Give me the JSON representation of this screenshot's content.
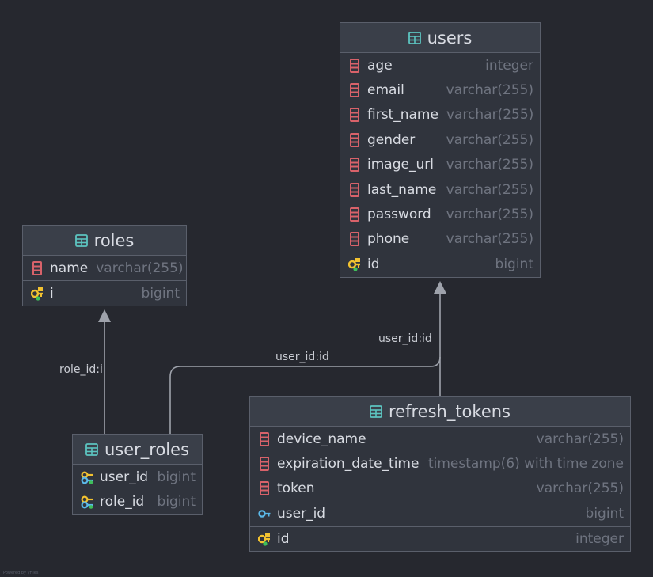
{
  "diagram": {
    "tables": [
      {
        "key": "users",
        "name": "users",
        "columns": [
          {
            "name": "age",
            "type": "integer",
            "kind": "column"
          },
          {
            "name": "email",
            "type": "varchar(255)",
            "kind": "column"
          },
          {
            "name": "first_name",
            "type": "varchar(255)",
            "kind": "column"
          },
          {
            "name": "gender",
            "type": "varchar(255)",
            "kind": "column"
          },
          {
            "name": "image_url",
            "type": "varchar(255)",
            "kind": "column"
          },
          {
            "name": "last_name",
            "type": "varchar(255)",
            "kind": "column"
          },
          {
            "name": "password",
            "type": "varchar(255)",
            "kind": "column"
          },
          {
            "name": "phone",
            "type": "varchar(255)",
            "kind": "column"
          }
        ],
        "keys": [
          {
            "name": "id",
            "type": "bigint",
            "kind": "pk"
          }
        ]
      },
      {
        "key": "roles",
        "name": "roles",
        "columns": [
          {
            "name": "name",
            "type": "varchar(255)",
            "kind": "column"
          }
        ],
        "keys": [
          {
            "name": "i",
            "type": "bigint",
            "kind": "pk"
          }
        ]
      },
      {
        "key": "user_roles",
        "name": "user_roles",
        "columns": [],
        "keys": [
          {
            "name": "user_id",
            "type": "bigint",
            "kind": "pkfk"
          },
          {
            "name": "role_id",
            "type": "bigint",
            "kind": "pkfk"
          }
        ]
      },
      {
        "key": "refresh_tokens",
        "name": "refresh_tokens",
        "columns": [
          {
            "name": "device_name",
            "type": "varchar(255)",
            "kind": "column"
          },
          {
            "name": "expiration_date_time",
            "type": "timestamp(6) with time zone",
            "kind": "column"
          },
          {
            "name": "token",
            "type": "varchar(255)",
            "kind": "column"
          },
          {
            "name": "user_id",
            "type": "bigint",
            "kind": "fk"
          }
        ],
        "keys": [
          {
            "name": "id",
            "type": "integer",
            "kind": "pk"
          }
        ]
      }
    ],
    "relations": [
      {
        "from": "user_roles",
        "to": "roles",
        "label": "role_id:i"
      },
      {
        "from": "user_roles",
        "to": "users",
        "label": "user_id:id"
      },
      {
        "from": "refresh_tokens",
        "to": "users",
        "label": "user_id:id"
      }
    ],
    "colors": {
      "background": "#26282f",
      "table_body": "#30343d",
      "table_header": "#3a3f49",
      "border": "#5a5f6b",
      "text": "#d8dbe2",
      "type_text": "#6f7480",
      "table_icon": "#5cc4c0",
      "column_icon": "#d8626a",
      "pk_icon": "#f2c230",
      "fk_icon": "#5bb8e8",
      "edge": "#9ea2ab"
    },
    "watermark": "Powered by yFiles"
  }
}
